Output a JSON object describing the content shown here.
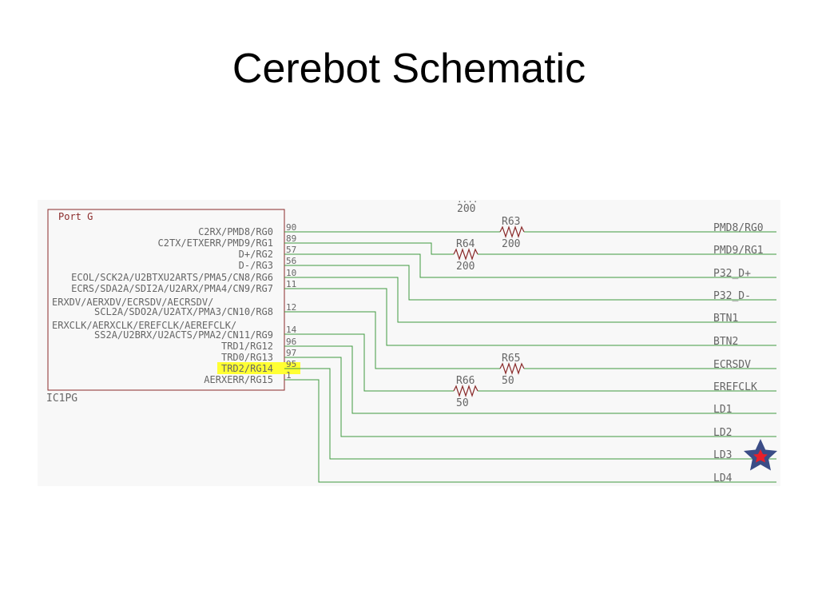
{
  "title": "Cerebot Schematic",
  "colors": {
    "net": "#3f9a3f",
    "component": "#8a2a2a",
    "text": "#666666",
    "part_label": "#8a2a2a",
    "highlight": "#ffff33",
    "star_outer": "#3b4d87",
    "star_inner": "#e8202a"
  },
  "schematic": {
    "partial_label_top": "....",
    "partial_value_top": "200",
    "part_name": "Port G",
    "part_ref": "IC1PG",
    "pins": [
      {
        "label": "C2RX/PMD8/RG0",
        "number": "90"
      },
      {
        "label": "C2TX/ETXERR/PMD9/RG1",
        "number": "89"
      },
      {
        "label": "D+/RG2",
        "number": "57"
      },
      {
        "label": "D-/RG3",
        "number": "56"
      },
      {
        "label": "ECOL/SCK2A/U2BTXU2ARTS/PMA5/CN8/RG6",
        "number": "10"
      },
      {
        "label": "ECRS/SDA2A/SDI2A/U2ARX/PMA4/CN9/RG7",
        "number": "11"
      },
      {
        "label": "ERXDV/AERXDV/ECRSDV/AECRSDV/",
        "label2": "SCL2A/SDO2A/U2ATX/PMA3/CN10/RG8",
        "number": "12"
      },
      {
        "label": "ERXCLK/AERXCLK/EREFCLK/AEREFCLK/",
        "label2": "SS2A/U2BRX/U2ACTS/PMA2/CN11/RG9",
        "number": "14"
      },
      {
        "label": "TRD1/RG12",
        "number": "96"
      },
      {
        "label": "TRD0/RG13",
        "number": "97"
      },
      {
        "label": "TRD2/RG14",
        "number": "95",
        "highlighted": true
      },
      {
        "label": "AERXERR/RG15",
        "number": "1"
      }
    ],
    "resistors": [
      {
        "ref": "R63",
        "value": "200"
      },
      {
        "ref": "R64",
        "value": "200"
      },
      {
        "ref": "R65",
        "value": "50"
      },
      {
        "ref": "R66",
        "value": "50"
      }
    ],
    "nets": [
      "PMD8/RG0",
      "PMD9/RG1",
      "P32_D+",
      "P32_D-",
      "BTN1",
      "BTN2",
      "ECRSDV",
      "EREFCLK",
      "LD1",
      "LD2",
      "LD3",
      "LD4"
    ],
    "marker_icon": "star-icon"
  }
}
